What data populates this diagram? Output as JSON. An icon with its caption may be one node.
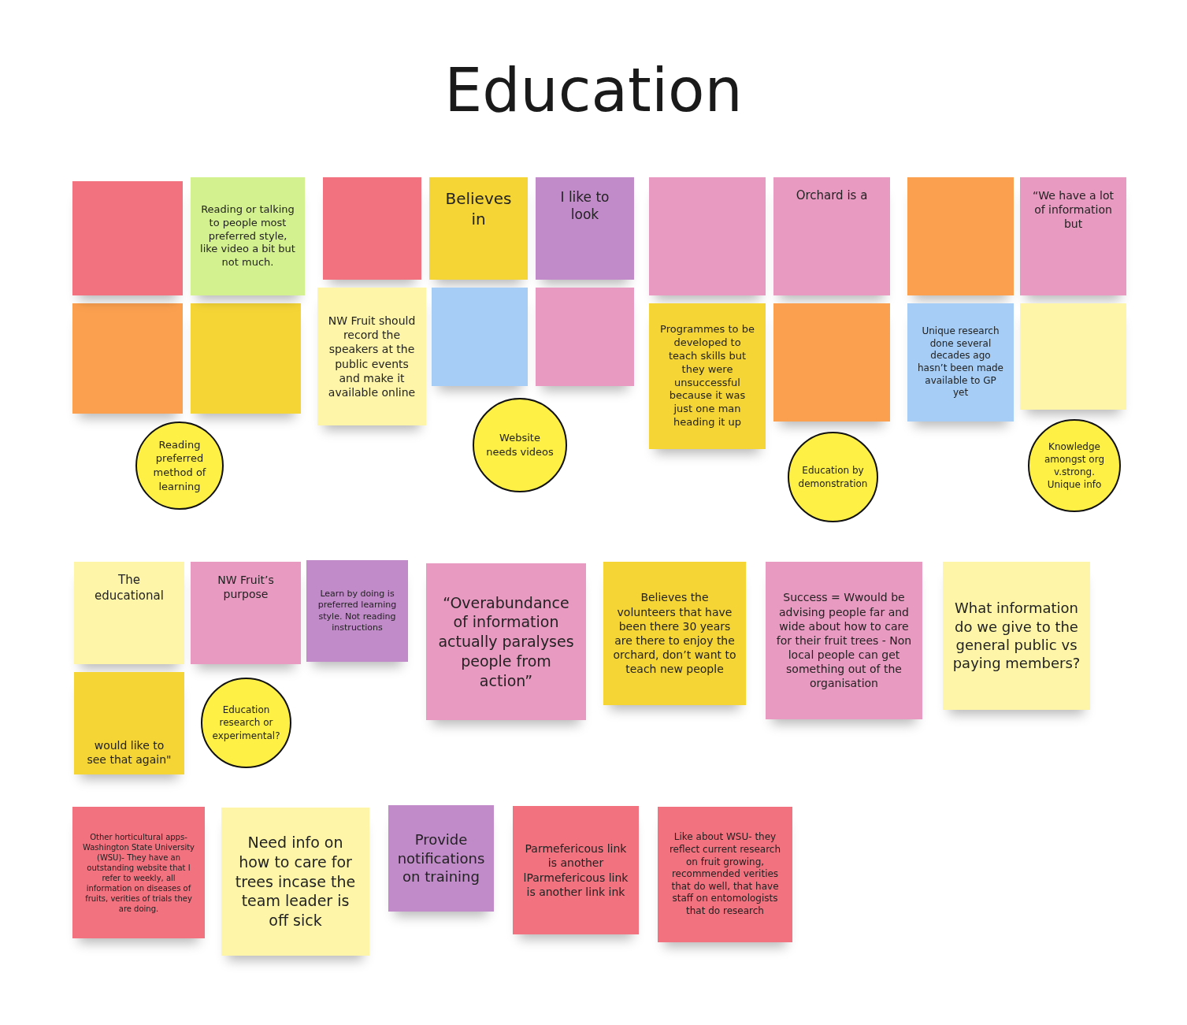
{
  "diagram": {
    "title": "Education",
    "nodes": [
      {
        "text": [],
        "shape": "box"
      },
      {
        "text": [],
        "shape": "box"
      },
      {
        "text": [],
        "shape": "box"
      },
      {
        "text": [
          "Reading or talking to people most preferred style, like video a bit but not much."
        ]
      },
      {
        "text": [
          "Reading preferred method of learning"
        ]
      },
      {
        "text": [
          "I like to look"
        ]
      },
      {
        "text": [
          "Believes in"
        ]
      },
      {
        "text": [],
        "shape": "box"
      },
      {
        "text": [],
        "shape": "box"
      },
      {
        "text": [],
        "shape": "box"
      },
      {
        "text": [
          "NW Fruit should record the speakers at the public events and make it available online"
        ]
      },
      {
        "text": [
          "Website needs videos"
        ]
      },
      {
        "text": [
          "Orchard is a"
        ]
      },
      {
        "text": [],
        "shape": "box"
      },
      {
        "text": [],
        "shape": "box"
      },
      {
        "text": [
          "Programmes to be developed to teach skills but they were unsuccessful because it was just one man heading it up"
        ]
      },
      {
        "text": [
          "Education by demonstration"
        ]
      },
      {
        "text": [
          "“We have a lot of information but"
        ]
      },
      {
        "text": [],
        "shape": "box"
      },
      {
        "text": [],
        "shape": "box"
      },
      {
        "text": [
          "Unique research done several decades ago hasn’t been made available to GP yet"
        ]
      },
      {
        "text": [
          "Knowledge amongst org v.strong. Unique info"
        ]
      },
      {
        "text": [
          "The educational"
        ]
      },
      {
        "text": [
          "NW Fruit’s purpose"
        ]
      },
      {
        "text": [
          "would like to see that again\""
        ]
      },
      {
        "text": [
          "Education research or experimental?"
        ]
      },
      {
        "text": [
          "Learn by doing is preferred learning style. Not reading instructions"
        ]
      },
      {
        "text": [
          "“Overabundance of information actually paralyses people from action”"
        ]
      },
      {
        "text": [
          "Believes the volunteers that have been there 30 years are there to enjoy the orchard, don’t want to teach new people"
        ]
      },
      {
        "text": [
          "Success = Wwould be advising people far and wide about how to care for their fruit trees - Non local people can get something out of the organisation"
        ]
      },
      {
        "text": [
          "What information do we give to the general public vs paying members?"
        ]
      },
      {
        "text": [
          "Other horticultural apps- Washington State University (WSU)- They have an outstanding website that I refer to weekly, all information on diseases of fruits, verities of trials they are doing."
        ]
      },
      {
        "text": [
          "Need info on how to care for trees incase the team leader is off sick"
        ]
      },
      {
        "text": [
          "Provide notifications on training"
        ]
      },
      {
        "text": [
          "Parmefericous link is another lParmefericous link is another link ink"
        ]
      },
      {
        "text": [
          "Like about WSU- they reflect current research on fruit growing, recommended verities that do well, that have staff on entomologists that do research"
        ]
      }
    ]
  }
}
